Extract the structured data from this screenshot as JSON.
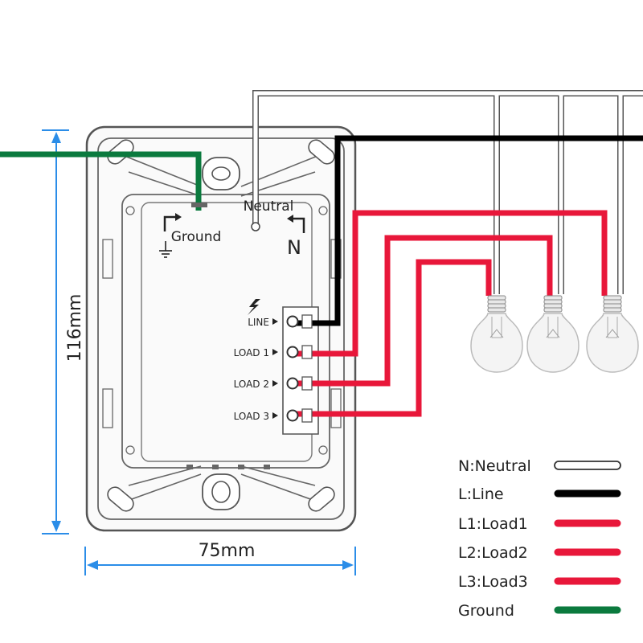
{
  "dimensions": {
    "height_label": "116mm",
    "width_label": "75mm"
  },
  "box_labels": {
    "neutral": "Neutral",
    "ground": "Ground",
    "n_mark": "N"
  },
  "terminals": [
    {
      "label": "LINE"
    },
    {
      "label": "LOAD 1"
    },
    {
      "label": "LOAD 2"
    },
    {
      "label": "LOAD 3"
    }
  ],
  "legend": [
    {
      "label": "N:Neutral",
      "color": "#ffffff",
      "style": "outline"
    },
    {
      "label": "L:Line",
      "color": "#000000",
      "style": "solid"
    },
    {
      "label": "L1:Load1",
      "color": "#e8173a",
      "style": "solid"
    },
    {
      "label": "L2:Load2",
      "color": "#e8173a",
      "style": "solid"
    },
    {
      "label": "L3:Load3",
      "color": "#e8173a",
      "style": "solid"
    },
    {
      "label": "Ground",
      "color": "#0b7a3e",
      "style": "solid"
    }
  ],
  "colors": {
    "dimension": "#2b8de8",
    "line": "#000000",
    "load": "#e8173a",
    "ground": "#0b7a3e",
    "box": "#555555"
  }
}
